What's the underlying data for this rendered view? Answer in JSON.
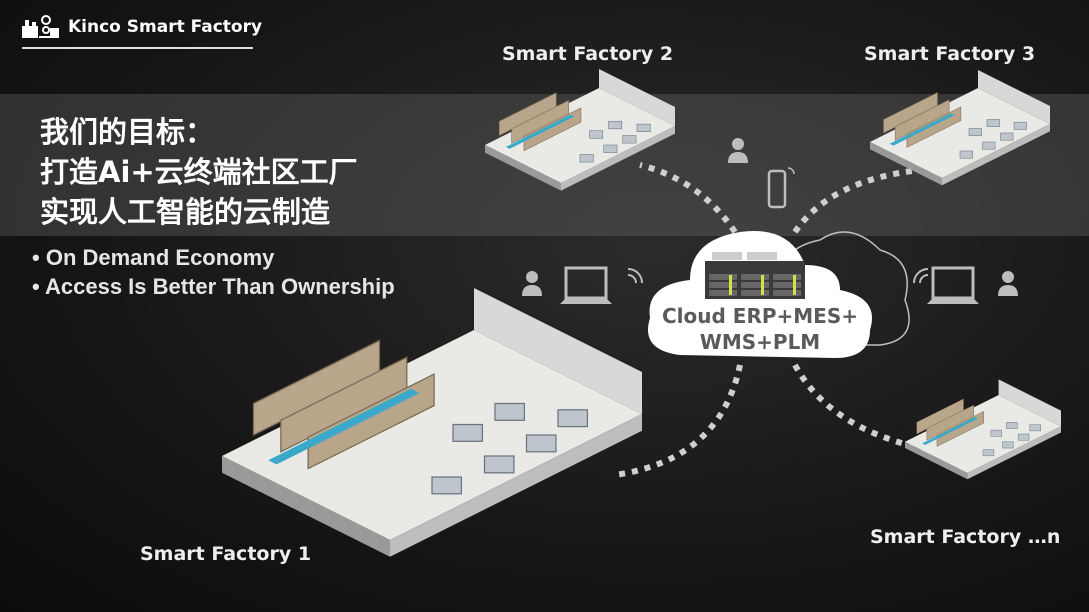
{
  "header": {
    "logo_text": "Kinco Smart Factory"
  },
  "title_lines": [
    "我们的目标：",
    "打造Ai+云终端社区工厂",
    "实现人工智能的云制造"
  ],
  "bullets": [
    "On Demand Economy",
    "Access Is Better Than Ownership"
  ],
  "factories": {
    "f1": "Smart Factory 1",
    "f2": "Smart Factory 2",
    "f3": "Smart Factory 3",
    "fn": "Smart Factory …n"
  },
  "cloud": {
    "line1": "Cloud ERP+MES+",
    "line2": "WMS+PLM"
  },
  "colors": {
    "accent": "#3aa9c9",
    "connector": "#cfcfcf",
    "cloud": "#ffffff"
  }
}
